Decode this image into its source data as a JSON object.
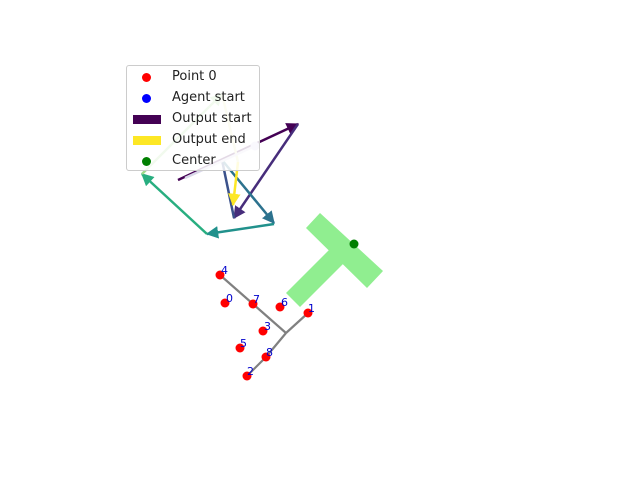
{
  "legend": {
    "items": [
      {
        "label": "Point 0",
        "kind": "dot",
        "color": "#ff0000"
      },
      {
        "label": "Agent start",
        "kind": "dot",
        "color": "#0000ff"
      },
      {
        "label": "Output start",
        "kind": "rect",
        "color": "#440154"
      },
      {
        "label": "Output end",
        "kind": "rect",
        "color": "#fde725"
      },
      {
        "label": "Center",
        "kind": "dot",
        "color": "#008000"
      }
    ]
  },
  "points": [
    {
      "label": "0"
    },
    {
      "label": "1"
    },
    {
      "label": "2"
    },
    {
      "label": "3"
    },
    {
      "label": "4"
    },
    {
      "label": "5"
    },
    {
      "label": "6"
    },
    {
      "label": "7"
    },
    {
      "label": "8"
    }
  ],
  "colors": {
    "point": "#ff0000",
    "point_label": "#0000cc",
    "tree_edge": "#808080",
    "shape_fill": "#90ee90",
    "center": "#008000",
    "agent_marker": "#d8d0f0",
    "path_colormap": "viridis"
  }
}
